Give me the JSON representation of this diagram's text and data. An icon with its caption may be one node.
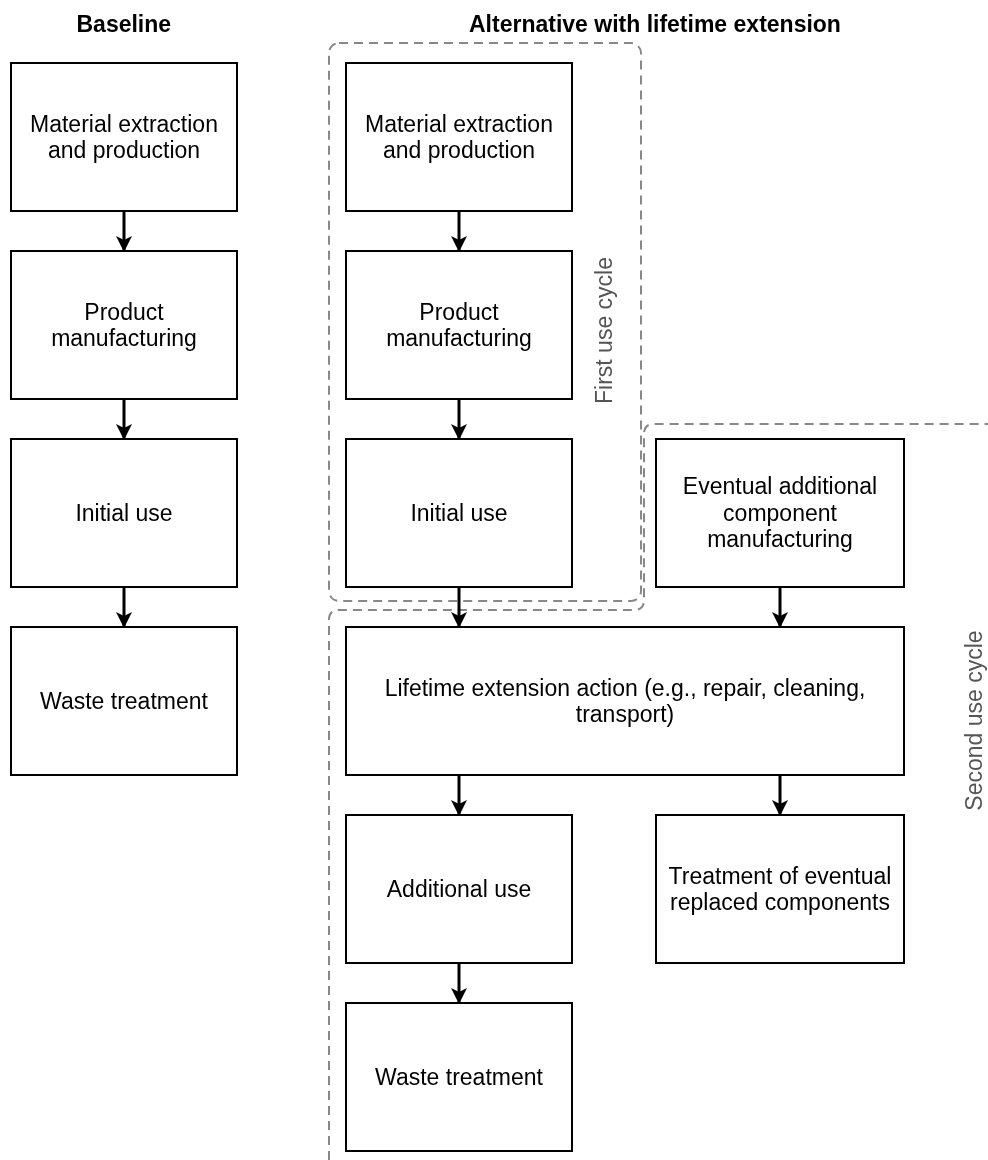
{
  "diagram": {
    "nodes": [
      {
        "text": [
          "Material extraction and production"
        ]
      },
      {
        "text": [
          "Product manufacturing"
        ]
      },
      {
        "text": [
          "Initial use"
        ]
      },
      {
        "text": [
          "Waste treatment"
        ]
      },
      {
        "text": [
          "First use cycle"
        ]
      },
      {
        "text": [
          "Material extraction and production"
        ],
        "in": 4
      },
      {
        "text": [
          "Product manufacturing"
        ],
        "in": 4
      },
      {
        "text": [
          "Initial use"
        ]
      },
      {
        "text": [
          "Second use cycle"
        ]
      },
      {
        "text": [
          "Eventual additional component manufacturing"
        ],
        "in": 8
      },
      {
        "text": [
          "Lifetime extension action (e.g., repair, cleaning, transport)"
        ],
        "in": 8
      },
      {
        "text": [
          "Additional use"
        ],
        "in": 8
      },
      {
        "text": [
          "Treatment of eventual replaced components"
        ],
        "in": 8
      },
      {
        "text": [
          "Waste treatment"
        ],
        "in": 8
      }
    ],
    "edges": [
      {
        "from": 0,
        "to": 1,
        "arrow": "to"
      },
      {
        "from": 1,
        "to": 2,
        "arrow": "to"
      },
      {
        "from": 2,
        "to": 3,
        "arrow": "to"
      },
      {
        "from": 5,
        "to": 6,
        "arrow": "to"
      },
      {
        "from": 6,
        "to": 7,
        "arrow": "to"
      },
      {
        "from": 7,
        "to": 10,
        "arrow": "to"
      },
      {
        "from": 9,
        "to": 10,
        "arrow": "to"
      },
      {
        "from": 10,
        "to": 11,
        "arrow": "to"
      },
      {
        "from": 10,
        "to": 12,
        "arrow": "to"
      },
      {
        "from": 11,
        "to": 13,
        "arrow": "to"
      }
    ],
    "labels": [
      "Baseline",
      "Alternative with lifetime extension"
    ]
  }
}
